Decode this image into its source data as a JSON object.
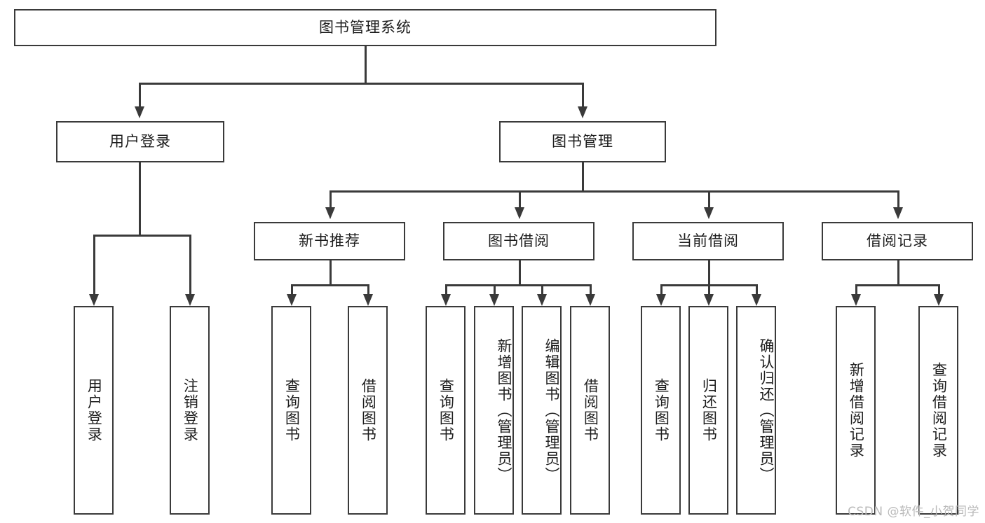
{
  "diagram": {
    "type": "tree",
    "title": "图书管理系统",
    "root": {
      "label": "图书管理系统"
    },
    "level2": [
      {
        "label": "用户登录"
      },
      {
        "label": "图书管理"
      }
    ],
    "level3": [
      {
        "label": "新书推荐"
      },
      {
        "label": "图书借阅"
      },
      {
        "label": "当前借阅"
      },
      {
        "label": "借阅记录"
      }
    ],
    "leaves": {
      "user_login": [
        {
          "label": "用户登录"
        },
        {
          "label": "注销登录"
        }
      ],
      "new_book": [
        {
          "label": "查询图书"
        },
        {
          "label": "借阅图书"
        }
      ],
      "book_borrow": [
        {
          "label": "查询图书"
        },
        {
          "label": "新增图书（管理员）"
        },
        {
          "label": "编辑图书（管理员）"
        },
        {
          "label": "借阅图书"
        }
      ],
      "current_borrow": [
        {
          "label": "查询图书"
        },
        {
          "label": "归还图书"
        },
        {
          "label": "确认归还（管理员）"
        }
      ],
      "borrow_record": [
        {
          "label": "新增借阅记录"
        },
        {
          "label": "查询借阅记录"
        }
      ]
    }
  },
  "watermark": {
    "text": "CSDN @软件_小贺同学"
  },
  "colors": {
    "stroke": "#3a3a3a",
    "background": "#ffffff",
    "text": "#1d1d1d",
    "watermark": "#b9b9b9"
  }
}
